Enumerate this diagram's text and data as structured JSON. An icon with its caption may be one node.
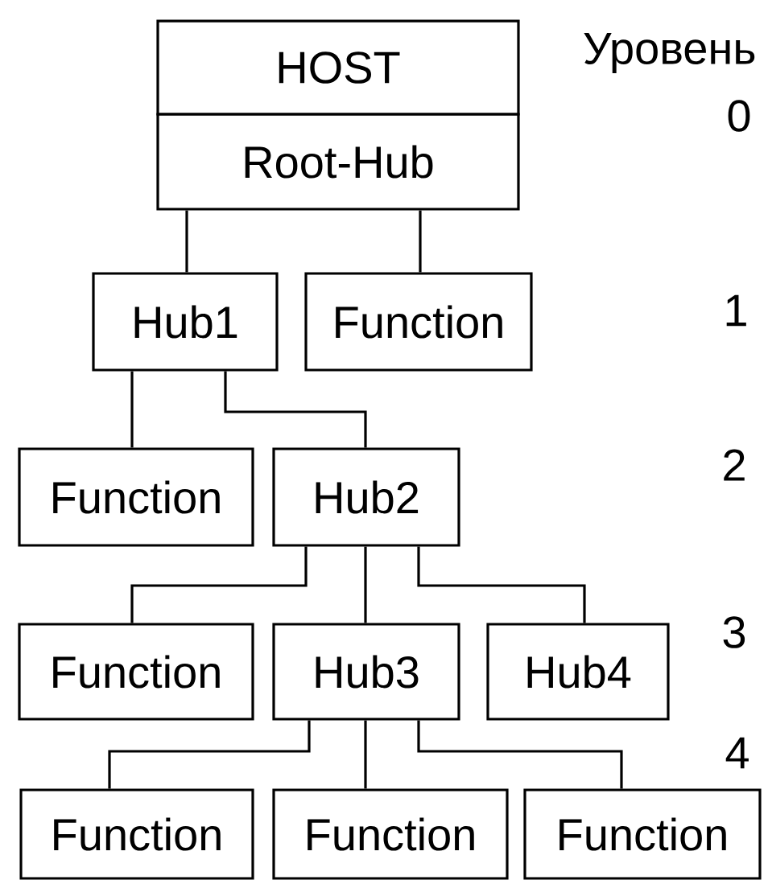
{
  "diagram": {
    "nodes": [
      {
        "text": [
          "HOST"
        ]
      },
      {
        "text": [
          "Root-Hub"
        ]
      },
      {
        "text": [
          "Hub1"
        ]
      },
      {
        "text": [
          "Function"
        ]
      },
      {
        "text": [
          "Function"
        ]
      },
      {
        "text": [
          "Hub2"
        ]
      },
      {
        "text": [
          "Function"
        ]
      },
      {
        "text": [
          "Hub3"
        ]
      },
      {
        "text": [
          "Hub4"
        ]
      },
      {
        "text": [
          "Function"
        ]
      },
      {
        "text": [
          "Function"
        ]
      },
      {
        "text": [
          "Function"
        ]
      }
    ],
    "edges": [
      {
        "from": 1,
        "to": 2,
        "arrow": "none"
      },
      {
        "from": 1,
        "to": 3,
        "arrow": "none"
      },
      {
        "from": 2,
        "to": 4,
        "arrow": "none"
      },
      {
        "from": 2,
        "to": 5,
        "arrow": "none"
      },
      {
        "from": 5,
        "to": 6,
        "arrow": "none"
      },
      {
        "from": 5,
        "to": 7,
        "arrow": "none"
      },
      {
        "from": 5,
        "to": 8,
        "arrow": "none"
      },
      {
        "from": 7,
        "to": 9,
        "arrow": "none"
      },
      {
        "from": 7,
        "to": 10,
        "arrow": "none"
      },
      {
        "from": 7,
        "to": 11,
        "arrow": "none"
      }
    ],
    "labels": [
      "Уровень",
      "0",
      "1",
      "2",
      "3",
      "4"
    ]
  }
}
